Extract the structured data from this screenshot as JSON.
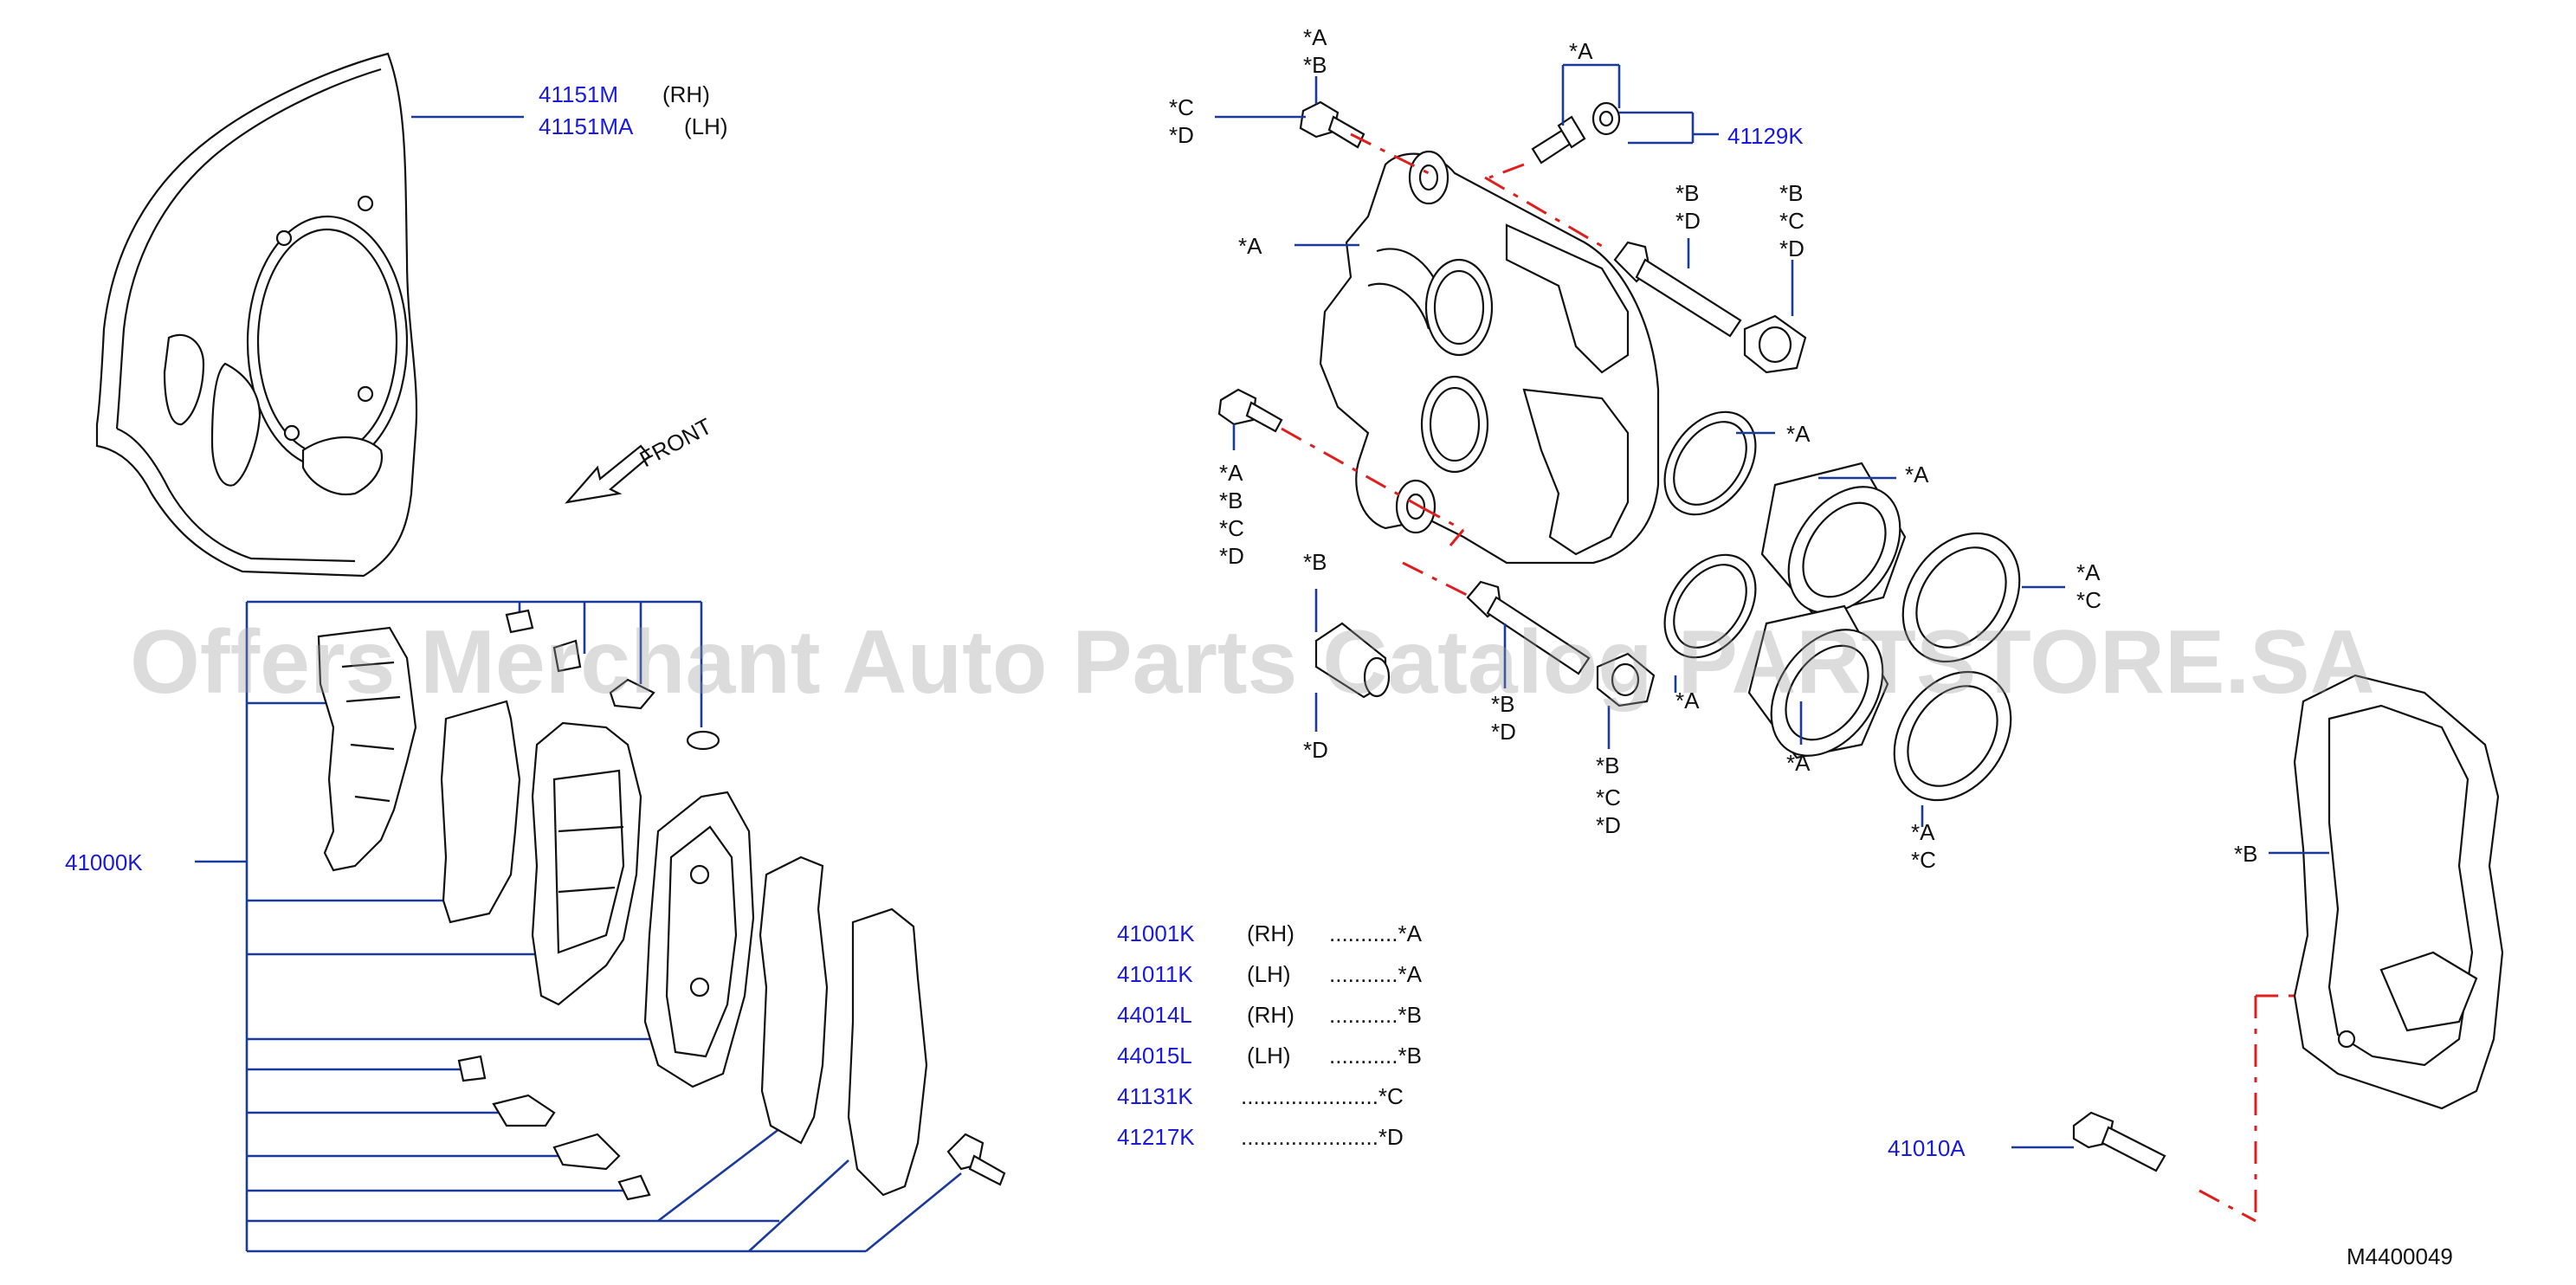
{
  "labels": {
    "splash_rh_part": "41151M",
    "splash_rh_side": "(RH)",
    "splash_lh_part": "41151MA",
    "splash_lh_side": "(LH)",
    "front": "FRONT",
    "pad_kit": "41000K",
    "seal_kit": "41129K",
    "bolt": "41010A",
    "diagram_code": "M4400049"
  },
  "callouts": {
    "top_bolt_ab": [
      "*A",
      "*B"
    ],
    "top_bolt_cd": [
      "*C",
      "*D"
    ],
    "bleeder_a": "*A",
    "caliper_body_a": "*A",
    "pin_bd": [
      "*B",
      "*D"
    ],
    "boot_bcd": [
      "*B",
      "*C",
      "*D"
    ],
    "side_bolt_abcd": [
      "*A",
      "*B",
      "*C",
      "*D"
    ],
    "ring1_a": "*A",
    "piston1_a": "*A",
    "seal_ac_right": [
      "*A",
      "*C"
    ],
    "sleeve_b": "*B",
    "sleeve_d": "*D",
    "pin2_bd": [
      "*B",
      "*D"
    ],
    "boot2_bcd": [
      "*B",
      "*C",
      "*D"
    ],
    "ring2_a": "*A",
    "piston2_a": "*A",
    "seal2_ac": [
      "*A",
      "*C"
    ],
    "bracket_b": "*B"
  },
  "legend": [
    {
      "part": "41001K",
      "side": "(RH)",
      "ref": "...........*A"
    },
    {
      "part": "41011K",
      "side": "(LH)",
      "ref": "...........*A"
    },
    {
      "part": "44014L",
      "side": "(RH)",
      "ref": "...........*B"
    },
    {
      "part": "44015L",
      "side": "(LH)",
      "ref": "...........*B"
    },
    {
      "part": "41131K",
      "side": "",
      "ref": "......................*C"
    },
    {
      "part": "41217K",
      "side": "",
      "ref": "......................*D"
    }
  ],
  "watermark": "Offers Merchant Auto Parts Catalog PARTSTORE.SA"
}
